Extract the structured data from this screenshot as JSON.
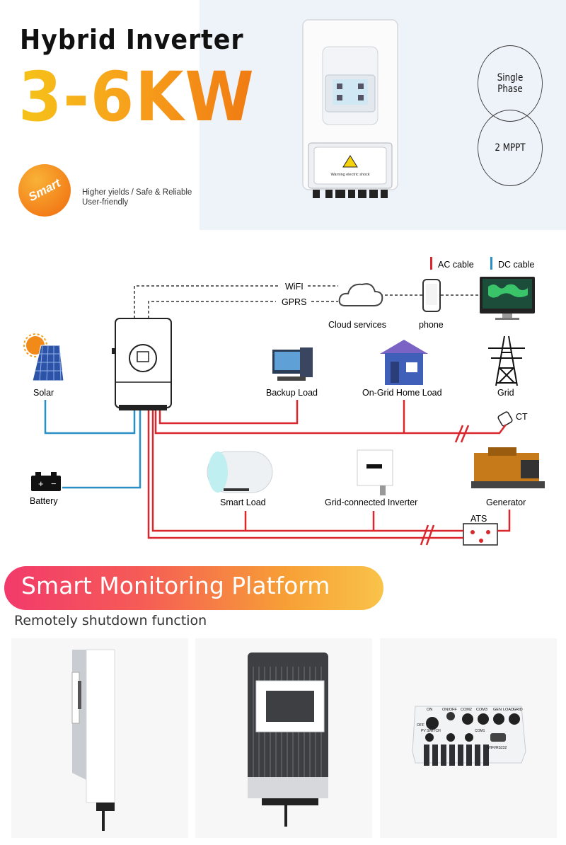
{
  "header": {
    "title": "Hybrid Inverter",
    "power_range": "3-6KW",
    "smart_badge": "Smart",
    "feature_line1": "Higher yields  / Safe & Reliable",
    "feature_line2": "User-friendly",
    "spec_phase_line1": "Single",
    "spec_phase_line2": "Phase",
    "spec_mppt": "2 MPPT",
    "inverter_warning": "Warning electric shock"
  },
  "diagram": {
    "legend_ac": "AC cable",
    "legend_dc": "DC cable",
    "wifi": "WiFI",
    "gprs": "GPRS",
    "cloud": "Cloud services",
    "phone": "phone",
    "solar": "Solar",
    "backup_load": "Backup Load",
    "home_load": "On-Grid Home Load",
    "grid": "Grid",
    "ct": "CT",
    "battery": "Battery",
    "smart_load": "Smart Load",
    "grid_inverter": "Grid-connected Inverter",
    "generator": "Generator",
    "ats": "ATS",
    "colors": {
      "ac": "#d9272d",
      "dc": "#2a8fc4"
    }
  },
  "monitoring": {
    "banner": "Smart Monitoring Platform",
    "subtitle": "Remotely shutdown function",
    "port_labels": [
      "ON/OFF",
      "COM2",
      "COM3",
      "GEN",
      "LOAD",
      "GRID"
    ],
    "switch_label": "PV SWITCH",
    "on_label": "ON",
    "off_label": "OFF",
    "com1_label": "COM1",
    "wifi_port_label": "WIFI/RS232"
  }
}
